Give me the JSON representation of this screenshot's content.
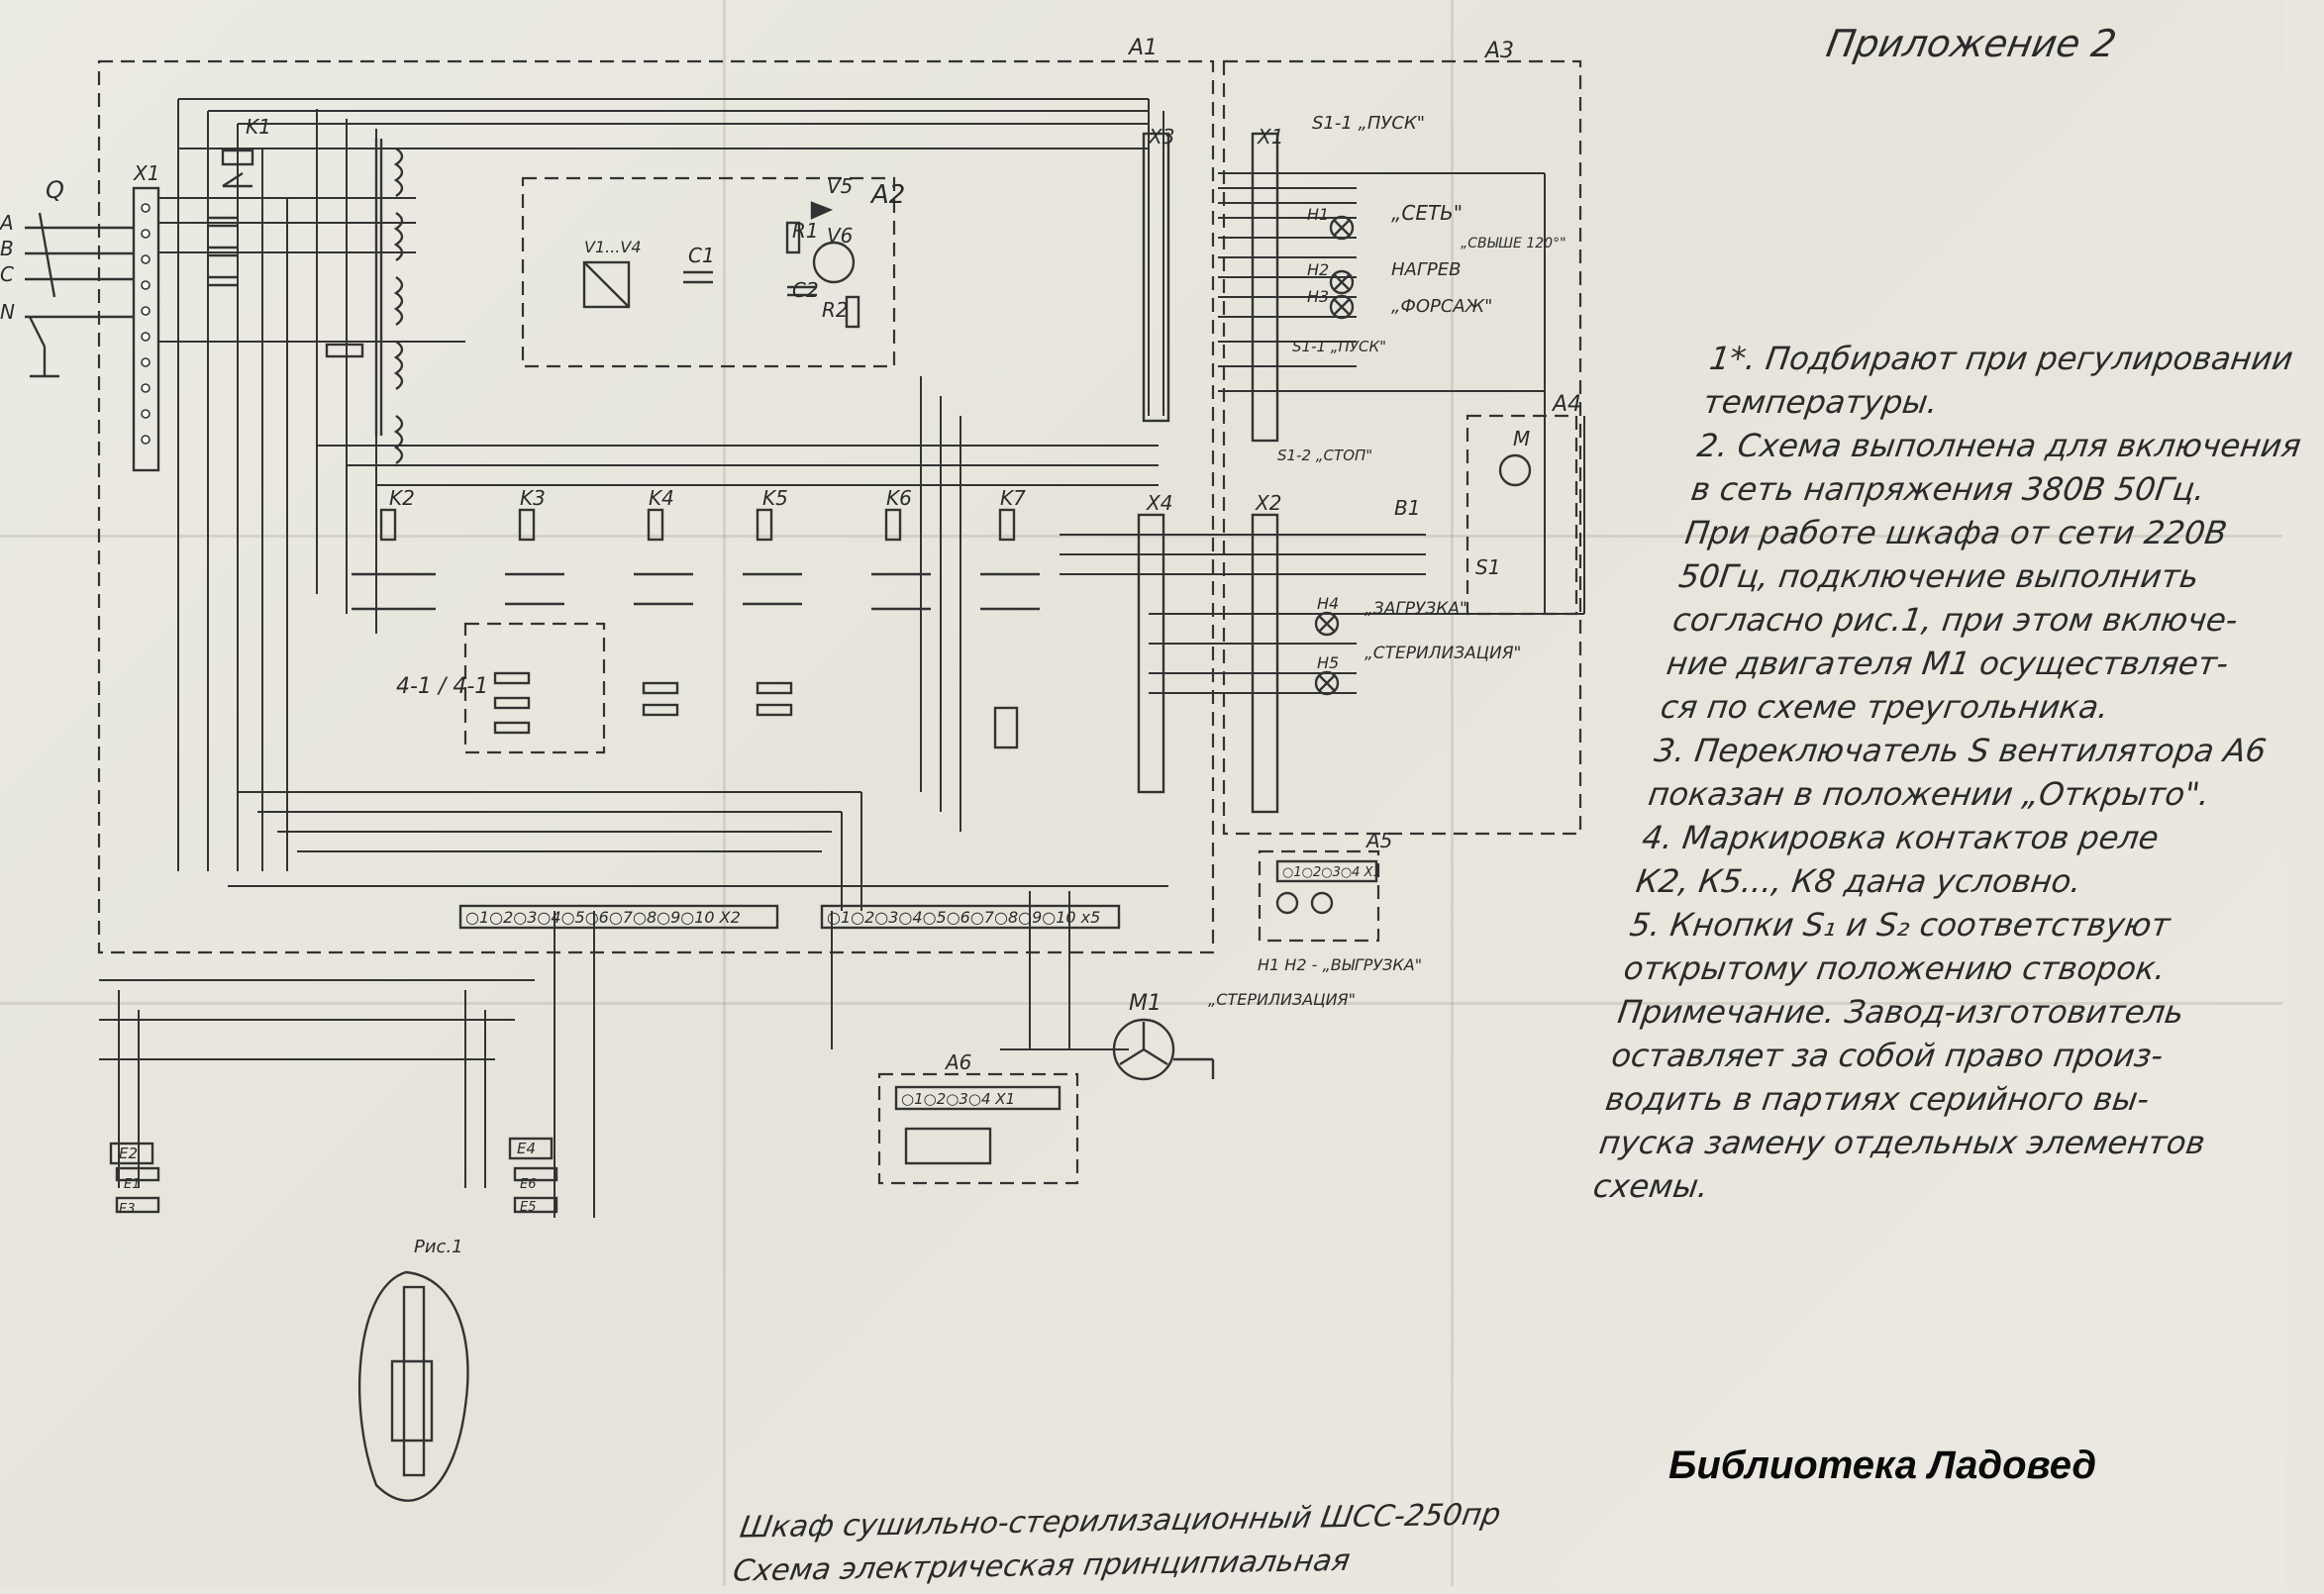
{
  "header": {
    "appendix_title": "Приложение 2"
  },
  "blocks": {
    "a1": "A1",
    "a2": "A2",
    "a3": "A3",
    "a4": "A4",
    "a5": "A5",
    "a6": "A6"
  },
  "terminals": {
    "x1": "X1",
    "x2": "X2",
    "x3": "X3",
    "x4": "X4",
    "x5": "x5"
  },
  "relays": [
    "K1",
    "K2",
    "K3",
    "K4",
    "K5",
    "K6",
    "K7"
  ],
  "labels": {
    "start_switch": "S1-1 „ПУСК\"",
    "network": "„СЕТЬ\"",
    "heating": "НАГРЕВ",
    "forsazh": "„ФОРСАЖ\"",
    "above120": "„СВЫШЕ 120°\"",
    "start2": "S1-1 „ПУСК\"",
    "stop": "S1-2 „СТОП\"",
    "loading": "„ЗАГРУЗКА\"",
    "sterilization": "„СТЕРИЛИЗАЦИЯ\"",
    "unloading": "H1 H2 - „ВЫГРУЗКА\"",
    "sterilization2": "„СТЕРИЛИЗАЦИЯ\"",
    "motor": "M1",
    "fig1": "Рис.1",
    "q": "Q",
    "h1": "H1",
    "h2": "H2",
    "h3": "H3",
    "h4": "H4",
    "h5": "H5",
    "e_left": [
      "E2",
      "E1",
      "E3"
    ],
    "e_right": [
      "E4",
      "E6",
      "E5"
    ],
    "x2_strip": "○1○2○3○4○5○6○7○8○9○10 X2",
    "x5_strip": "○1○2○3○4○5○6○7○8○9○10 x5",
    "a6_strip": "○1○2○3○4 X1",
    "a5_strip": "○1○2○3○4 X1",
    "phases": [
      "A",
      "B",
      "C",
      "N"
    ],
    "v1v4": "V1...V4",
    "c1": "C1",
    "c2": "C2",
    "r1": "R1",
    "r2": "R2",
    "v5": "V5",
    "v6": "V6",
    "b1": "B1",
    "s1": "S1",
    "m": "M",
    "strike": "4-1 / 4-1"
  },
  "notes": [
    "1*. Подбирают при регулировании",
    "температуры.",
    "2. Схема выполнена для включения",
    "в сеть напряжения 380В 50Гц.",
    "При работе шкафа от сети 220В",
    "50Гц, подключение выполнить",
    "согласно рис.1, при этом включе-",
    "ние двигателя М1 осуществляет-",
    "ся по схеме треугольника.",
    "3. Переключатель S вентилятора А6",
    "показан в положении „Открыто\".",
    "4. Маркировка контактов реле",
    "К2, К5..., К8 дана условно.",
    "5. Кнопки S₁ и S₂ соответствуют",
    "открытому положению створок.",
    "Примечание. Завод-изготовитель",
    "оставляет за собой право произ-",
    "водить в партиях серийного вы-",
    "пуска замену отдельных элементов",
    "схемы."
  ],
  "footer": {
    "caption_line1": "Шкаф сушильно-стерилизационный ШСС-250пр",
    "caption_line2": "Схема электрическая принципиальная",
    "library": "Библиотека Ладовед"
  }
}
